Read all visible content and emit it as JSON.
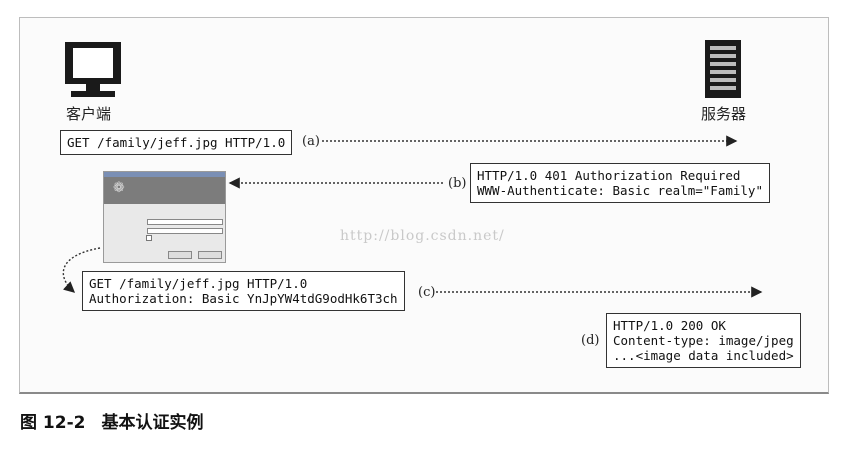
{
  "client": {
    "label": "客户端",
    "icon": "computer-icon"
  },
  "server": {
    "label": "服务器",
    "icon": "server-icon"
  },
  "messages": [
    {
      "letter": "(a)",
      "lines": [
        "GET /family/jeff.jpg HTTP/1.0"
      ]
    },
    {
      "letter": "(b)",
      "lines": [
        "HTTP/1.0 401 Authorization Required",
        "WWW-Authenticate: Basic realm=\"Family\""
      ]
    },
    {
      "letter": "(c)",
      "lines": [
        "GET /family/jeff.jpg HTTP/1.0",
        "Authorization: Basic YnJpYW4tdG9odHk6T3ch"
      ]
    },
    {
      "letter": "(d)",
      "lines": [
        "HTTP/1.0 200 OK",
        "Content-type: image/jpeg",
        "...<image data included>"
      ]
    }
  ],
  "watermark": "http://blog.csdn.net/",
  "caption": {
    "figure": "图 12-2",
    "title": "基本认证实例"
  },
  "colors": {
    "ink": "#222222",
    "frame": "#bdbdbd"
  }
}
